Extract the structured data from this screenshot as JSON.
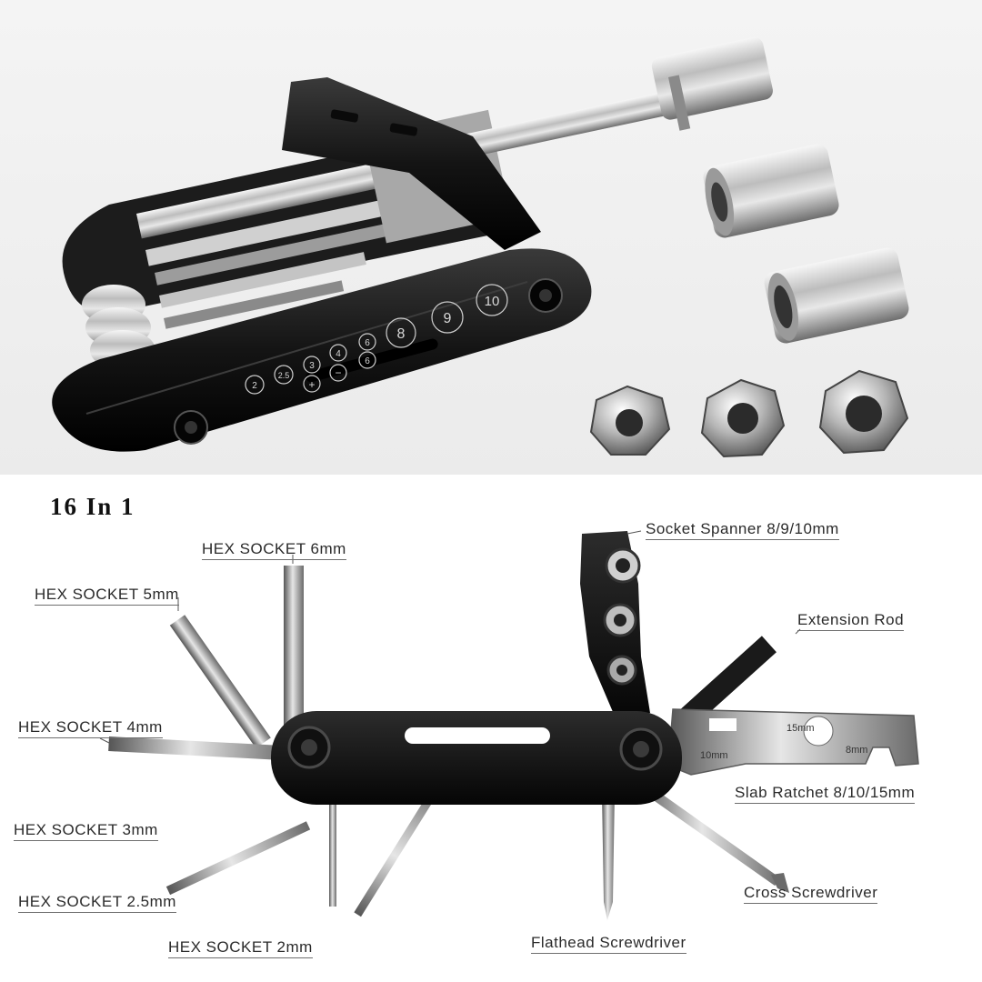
{
  "photo": {
    "engraved_sizes": [
      "2",
      "2.5",
      "3",
      "4",
      "6",
      "8",
      "9",
      "10"
    ],
    "engraved_symbols": [
      "+",
      "−",
      "6"
    ]
  },
  "diagram": {
    "bundle_title": "16 In 1",
    "callouts": {
      "hex_6mm": "HEX SOCKET 6mm",
      "hex_5mm": "HEX SOCKET 5mm",
      "hex_4mm": "HEX SOCKET 4mm",
      "hex_3mm": "HEX SOCKET 3mm",
      "hex_2_5mm": "HEX SOCKET 2.5mm",
      "hex_2mm": "HEX SOCKET 2mm",
      "socket_spanner": "Socket Spanner 8/9/10mm",
      "extension_rod": "Extension Rod",
      "slab_ratchet": "Slab Ratchet 8/10/15mm",
      "cross_screwdriver": "Cross Screwdriver",
      "flathead_screwdriver": "Flathead Screwdriver"
    },
    "ratchet_stamps": [
      "15mm",
      "10mm",
      "8mm"
    ]
  }
}
